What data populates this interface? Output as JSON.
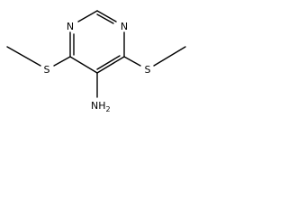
{
  "molecule": {
    "atoms": {
      "n_top_left": "N",
      "n_top_right": "N",
      "s_left": "S",
      "s_right": "S",
      "amine_n": "N",
      "amine_h": "H",
      "amine_h_count": "2"
    }
  }
}
